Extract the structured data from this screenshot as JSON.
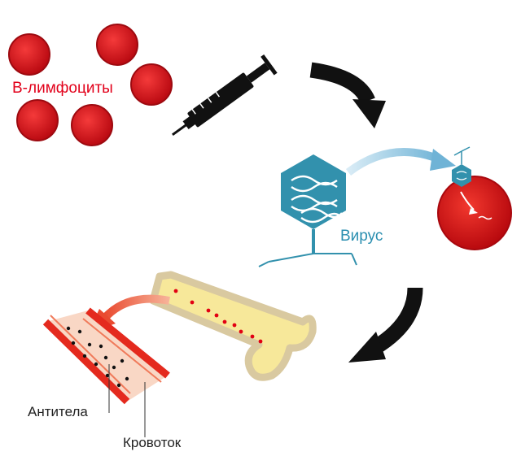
{
  "labels": {
    "b_lymphocytes": "В-лимфоциты",
    "virus": "Вирус",
    "antibodies": "Антитела",
    "bloodstream": "Кровоток"
  },
  "colors": {
    "cell_red": "#d8101a",
    "virus_teal": "#3291ad",
    "label_blue": "#2b8fb0",
    "bone_yellow": "#f7e89a",
    "bone_outline": "#d9c9a0",
    "vessel_red": "#e42a1e",
    "vessel_fill": "#f9d7c5",
    "arrow_black": "#111111",
    "arrow_orange": "#ee6a4c",
    "arrow_lightblue": "#8fc4de"
  },
  "icons": [
    "b-lymphocyte-cell",
    "syringe-icon",
    "virus-icon",
    "infected-cell",
    "bone-marrow",
    "blood-vessel",
    "curved-arrow"
  ]
}
